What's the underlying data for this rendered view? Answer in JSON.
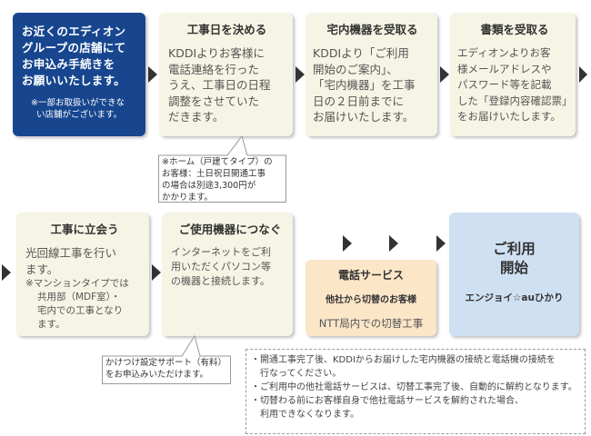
{
  "intro": {
    "main_lines": [
      "お近くのエディオン",
      "グループの店舗にて",
      "お申込み手続きを",
      "お願いいたします。"
    ],
    "note_lines": [
      "※一部お取扱いができな",
      "い店舗がございます。"
    ]
  },
  "steps": [
    {
      "title": "工事日を決める",
      "body": [
        "KDDIよりお客様に",
        "電話連絡を行った",
        "うえ、工事日の日程",
        "調整をさせていた",
        "だきます。"
      ]
    },
    {
      "title": "宅内機器を受取る",
      "body": [
        "KDDIより「ご利用",
        "開始のご案内」、",
        "「宅内機器」を工事",
        "日の２日前までに",
        "お届けいたします。"
      ]
    },
    {
      "title": "書類を受取る",
      "body": [
        "エディオンよりお客",
        "様メールアドレスや",
        "パスワード等を記載",
        "した「登録内容確認票」",
        "をお届けいたします。"
      ]
    },
    {
      "title": "工事に立会う",
      "body": [
        "光回線工事を行い",
        "ます。"
      ],
      "subnote": [
        "※マンションタイプでは",
        "共用部（MDF室）・",
        "宅内での工事となり",
        "ます。"
      ]
    },
    {
      "title": "ご使用機器につなぐ",
      "body": [
        "インターネットをご利",
        "用いただくパソコン等",
        "の機器と接続します。"
      ]
    }
  ],
  "callout_top": [
    "※ホーム（戸建てタイプ）の",
    "お客様：土日祝日開通工事",
    "の場合は別途3,300円が",
    "かかります。"
  ],
  "callout_bottom": [
    "かけつけ設定サポート（有料）",
    "をお申込みいただけます。"
  ],
  "phone": {
    "title": "電話サービス",
    "subtitle": "他社から切替のお客様",
    "line": "NTT局内での切替工事"
  },
  "start": {
    "title_line1": "ご利用",
    "title_line2": "開始",
    "service": "エンジョイ☆auひかり"
  },
  "notes": [
    "・開通工事完了後、KDDIからお届けした宅内機器の接続と電話機の接続を",
    "　行なってください。",
    "・ご利用中の他社電話サービスは、切替工事完了後、自動的に解約となります。",
    "・切替わる前にお客様自身で他社電話サービスを解約された場合、",
    "　利用できなくなります。"
  ]
}
